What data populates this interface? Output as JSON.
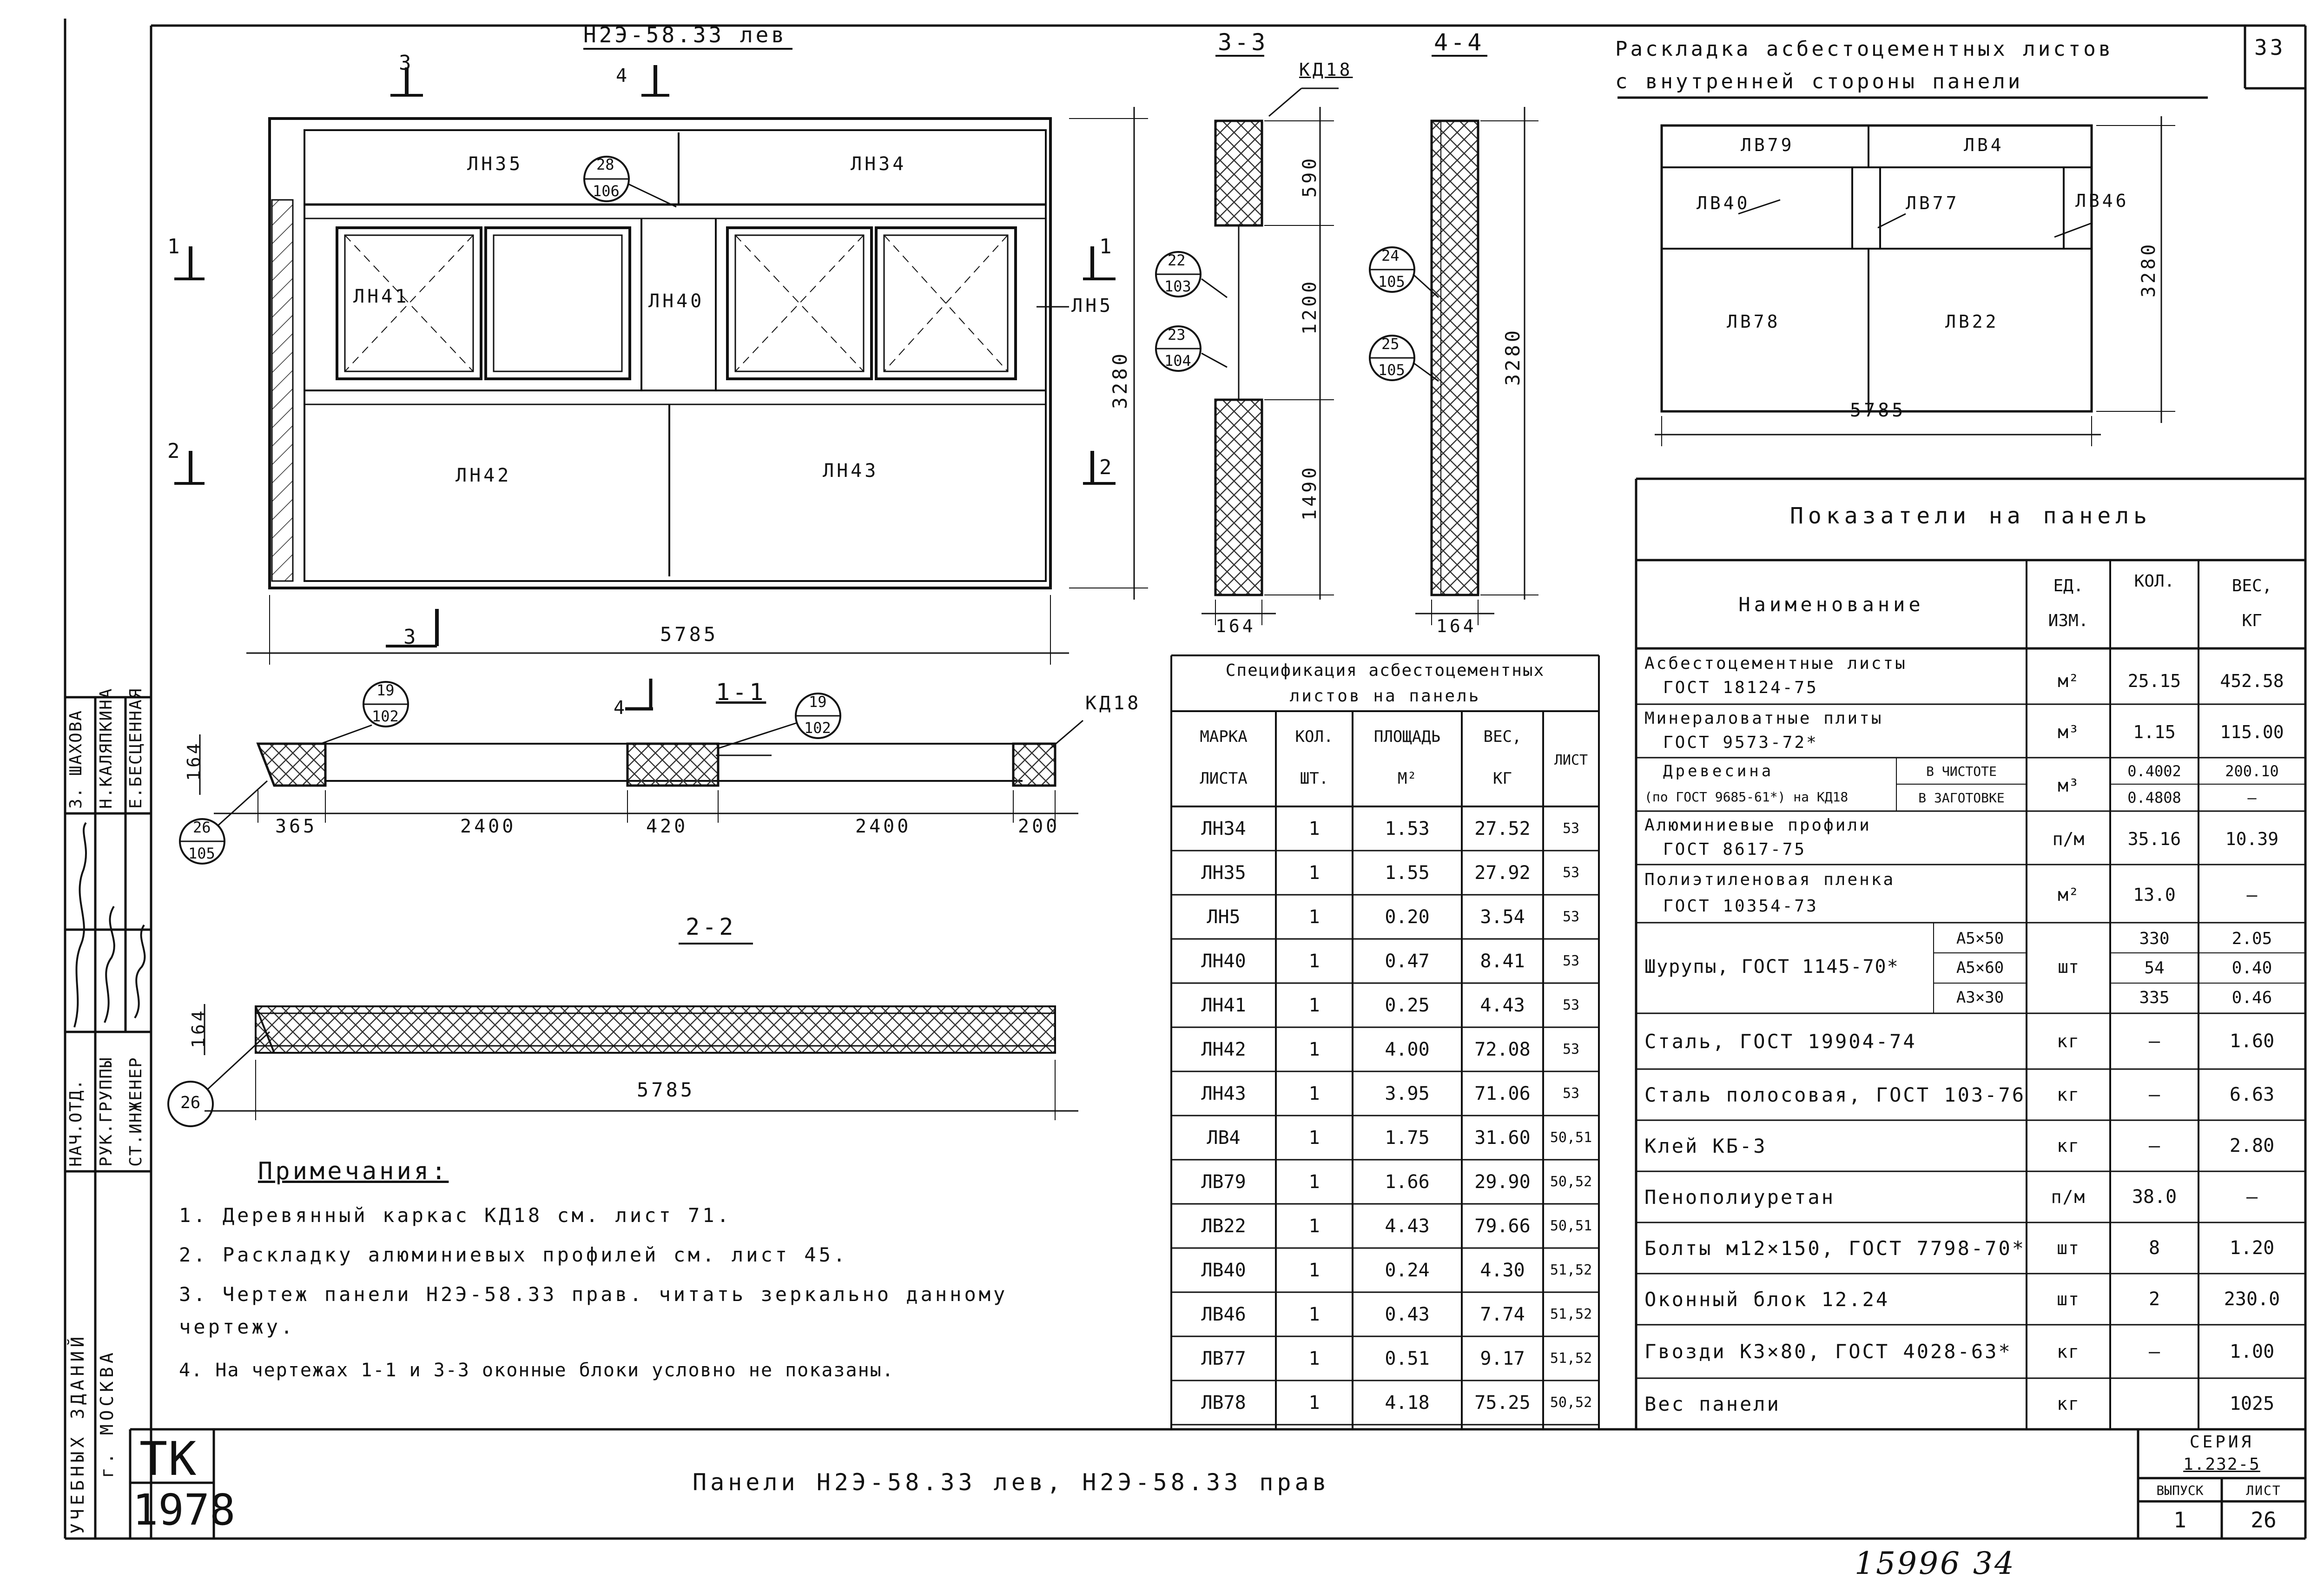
{
  "sheet": {
    "page_number": "33",
    "series_label": "СЕРИЯ",
    "series_value": "1.232-5",
    "issue_label": "ВЫПУСК",
    "issue_value": "1",
    "sheet_label": "ЛИСТ",
    "sheet_value": "26",
    "stamp": "ТК",
    "year": "1978",
    "title": "Панели Н2Э-58.33 лев,  Н2Э-58.33 прав",
    "handwritten": "15996  34",
    "side_org_1": "УЧЕБНЫХ ЗДАНИЙ",
    "side_org_2": "г. МОСКВА"
  },
  "signatures": [
    {
      "role": "НАЧ.ОТД.",
      "name": "З. ШАХОВА"
    },
    {
      "role": "РУК.ГРУППЫ",
      "name": "Н.КАЛЯПКИНА"
    },
    {
      "role": "СТ.ИНЖЕНЕР",
      "name": "Е.БЕСЦЕННАЯ"
    }
  ],
  "elevation": {
    "title": "Н2Э-58.33 лев",
    "width": "5785",
    "height": "3280",
    "panels": [
      "ЛН35",
      "ЛН34",
      "ЛН41",
      "ЛН40",
      "ЛН5",
      "ЛН42",
      "ЛН43"
    ],
    "bubble": {
      "top": "28",
      "bottom": "106"
    },
    "cut_3": "3",
    "cut_4": "4",
    "cut_1": "1",
    "cut_2": "2"
  },
  "section_11": {
    "title": "1-1",
    "dims": [
      "365",
      "2400",
      "420",
      "2400",
      "200"
    ],
    "thickness": "164",
    "bubble_a": {
      "top": "19",
      "bottom": "102"
    },
    "bubble_b": {
      "top": "19",
      "bottom": "102"
    },
    "bubble_c": {
      "top": "26",
      "bottom": "105"
    },
    "frame_label": "КД18",
    "cut_4": "4"
  },
  "section_22": {
    "title": "2-2",
    "width": "5785",
    "thickness": "164",
    "bubble": "26"
  },
  "section_33": {
    "title": "3-3",
    "frame_label": "КД18",
    "dims": [
      "590",
      "1200",
      "1490"
    ],
    "thickness": "164",
    "bubble_a": {
      "top": "22",
      "bottom": "103"
    },
    "bubble_b": {
      "top": "23",
      "bottom": "104"
    }
  },
  "section_44": {
    "title": "4-4",
    "height": "3280",
    "thickness": "164",
    "bubble_a": {
      "top": "24",
      "bottom": "105"
    },
    "bubble_b": {
      "top": "25",
      "bottom": "105"
    }
  },
  "layout_inner": {
    "title_line1": "Раскладка асбестоцементных листов",
    "title_line2": "с внутренней стороны панели",
    "panels": [
      "ЛВ79",
      "ЛВ4",
      "ЛВ40",
      "ЛВ77",
      "ЛВ46",
      "ЛВ78",
      "ЛВ22"
    ],
    "width": "5785",
    "height": "3280"
  },
  "notes": {
    "title": "Примечания:",
    "items": [
      "1.  Деревянный каркас КД18 см. лист 71.",
      "2.  Раскладку алюминиевых профилей см. лист 45.",
      "3.  Чертеж панели Н2Э-58.33 прав. читать зеркально данному",
      "     чертежу.",
      "4.  На чертежах 1-1 и 3-3 оконные блоки условно не показаны."
    ]
  },
  "spec": {
    "title_line1": "Спецификация асбестоцементных",
    "title_line2": "листов на панель",
    "headers": [
      [
        "МАРКА",
        "ЛИСТА"
      ],
      [
        "КОЛ.",
        "ШТ."
      ],
      [
        "ПЛОЩАДЬ",
        "М²"
      ],
      [
        "ВЕС,",
        "КГ"
      ],
      [
        "ЛИСТ",
        ""
      ]
    ],
    "rows": [
      [
        "ЛН34",
        "1",
        "1.53",
        "27.52",
        "53"
      ],
      [
        "ЛН35",
        "1",
        "1.55",
        "27.92",
        "53"
      ],
      [
        "ЛН5",
        "1",
        "0.20",
        "3.54",
        "53"
      ],
      [
        "ЛН40",
        "1",
        "0.47",
        "8.41",
        "53"
      ],
      [
        "ЛН41",
        "1",
        "0.25",
        "4.43",
        "53"
      ],
      [
        "ЛН42",
        "1",
        "4.00",
        "72.08",
        "53"
      ],
      [
        "ЛН43",
        "1",
        "3.95",
        "71.06",
        "53"
      ],
      [
        "ЛВ4",
        "1",
        "1.75",
        "31.60",
        "50,51"
      ],
      [
        "ЛВ79",
        "1",
        "1.66",
        "29.90",
        "50,52"
      ],
      [
        "ЛВ22",
        "1",
        "4.43",
        "79.66",
        "50,51"
      ],
      [
        "ЛВ40",
        "1",
        "0.24",
        "4.30",
        "51,52"
      ],
      [
        "ЛВ46",
        "1",
        "0.43",
        "7.74",
        "51,52"
      ],
      [
        "ЛВ77",
        "1",
        "0.51",
        "9.17",
        "51,52"
      ],
      [
        "ЛВ78",
        "1",
        "4.18",
        "75.25",
        "50,52"
      ]
    ]
  },
  "indicators": {
    "title": "Показатели на панель",
    "headers": {
      "name": "Наименование",
      "unit": [
        "ЕД.",
        "ИЗМ."
      ],
      "qty": "КОЛ.",
      "weight": [
        "ВЕС,",
        "КГ"
      ]
    },
    "row_asbestos": {
      "name": [
        "Асбестоцементные листы",
        "ГОСТ 18124-75"
      ],
      "unit": "м²",
      "qty": "25.15",
      "weight": "452.58"
    },
    "row_mineral": {
      "name": [
        "Минераловатные плиты",
        "ГОСТ 9573-72*"
      ],
      "unit": "м³",
      "qty": "1.15",
      "weight": "115.00"
    },
    "row_wood": {
      "name": [
        "Древесина",
        "(по ГОСТ 9685-61*) на КД18"
      ],
      "sub": [
        "В ЧИСТОТЕ",
        "В ЗАГОТОВКЕ"
      ],
      "unit": "м³",
      "qty": [
        "0.4002",
        "0.4808"
      ],
      "weight": [
        "200.10",
        "—"
      ]
    },
    "row_alu": {
      "name": [
        "Алюминиевые профили",
        "ГОСТ 8617-75"
      ],
      "unit": "п/м",
      "qty": "35.16",
      "weight": "10.39"
    },
    "row_poly": {
      "name": [
        "Полиэтиленовая пленка",
        "ГОСТ 10354-73"
      ],
      "unit": "м²",
      "qty": "13.0",
      "weight": "—"
    },
    "row_screws": {
      "name": "Шурупы, ГОСТ 1145-70*",
      "sub": [
        "А5×50",
        "А5×60",
        "А3×30"
      ],
      "unit": "шт",
      "qty": [
        "330",
        "54",
        "335"
      ],
      "weight": [
        "2.05",
        "0.40",
        "0.46"
      ]
    },
    "rows": [
      {
        "name": "Сталь,   ГОСТ 19904-74",
        "unit": "кг",
        "qty": "—",
        "weight": "1.60"
      },
      {
        "name": "Сталь полосовая, ГОСТ 103-76",
        "unit": "кг",
        "qty": "—",
        "weight": "6.63"
      },
      {
        "name": "Клей КБ-3",
        "unit": "кг",
        "qty": "—",
        "weight": "2.80"
      },
      {
        "name": "Пенополиуретан",
        "unit": "п/м",
        "qty": "38.0",
        "weight": "—"
      },
      {
        "name": "Болты м12×150, ГОСТ 7798-70*",
        "unit": "шт",
        "qty": "8",
        "weight": "1.20"
      },
      {
        "name": "Оконный блок  12.24",
        "unit": "шт",
        "qty": "2",
        "weight": "230.0"
      },
      {
        "name": "Гвозди К3×80, ГОСТ 4028-63*",
        "unit": "кг",
        "qty": "—",
        "weight": "1.00"
      },
      {
        "name": "Вес панели",
        "unit": "кг",
        "qty": "",
        "weight": "1025"
      }
    ]
  }
}
